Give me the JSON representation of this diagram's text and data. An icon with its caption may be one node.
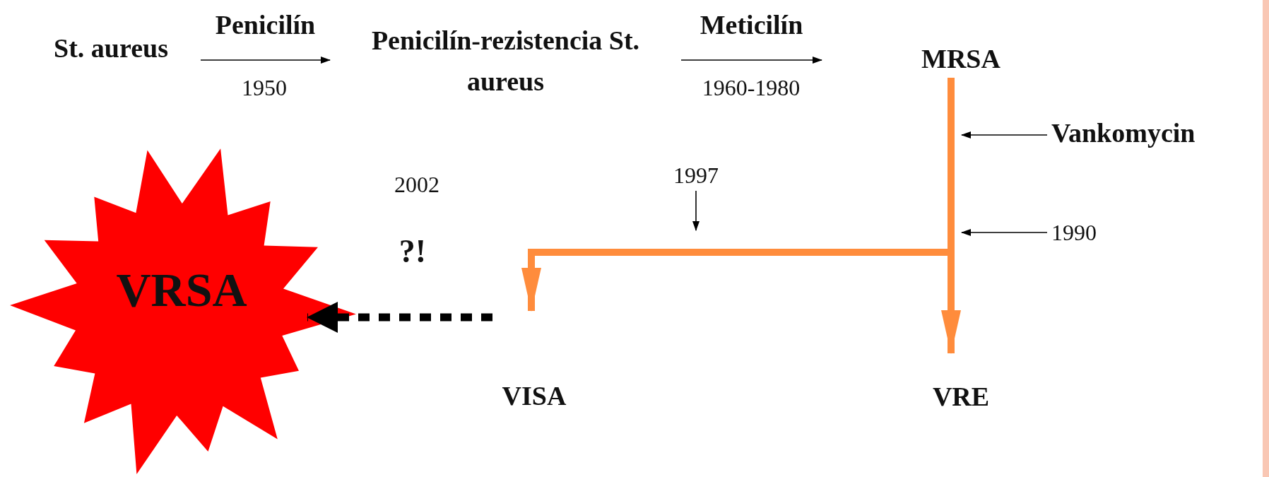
{
  "diagram": {
    "nodes": [
      {
        "text": [
          "St. aureus"
        ]
      },
      {
        "text": [
          "Penicilín-rezistencia St. aureus"
        ]
      },
      {
        "text": [
          "MRSA"
        ]
      },
      {
        "text": [
          "VRE"
        ]
      },
      {
        "text": [
          "VISA"
        ]
      },
      {
        "text": [
          "VRSA"
        ]
      },
      {
        "text": [
          "Vankomycin"
        ]
      },
      {
        "text": [
          "1990"
        ]
      },
      {
        "text": [
          "1997"
        ]
      }
    ],
    "edges": [
      {
        "from": 0,
        "to": 1,
        "arrow": "to",
        "label": "Penicilín"
      },
      {
        "from": 1,
        "to": 2,
        "arrow": "to",
        "label": "Meticilín"
      },
      {
        "from": 2,
        "to": 3,
        "arrow": "to",
        "style": "thick",
        "color": "#ff8c3c"
      },
      {
        "from": 2,
        "to": 4,
        "arrow": "to",
        "style": "thick",
        "color": "#ff8c3c"
      },
      {
        "from": 4,
        "to": 5,
        "arrow": "to",
        "style": "dashed"
      },
      {
        "from": 6,
        "to": null,
        "arrow": "to"
      },
      {
        "from": 7,
        "to": null,
        "arrow": "to"
      },
      {
        "from": 8,
        "to": null,
        "arrow": "to"
      }
    ],
    "labels": [
      "1950",
      "1960-1980",
      "2002",
      "?!"
    ]
  }
}
